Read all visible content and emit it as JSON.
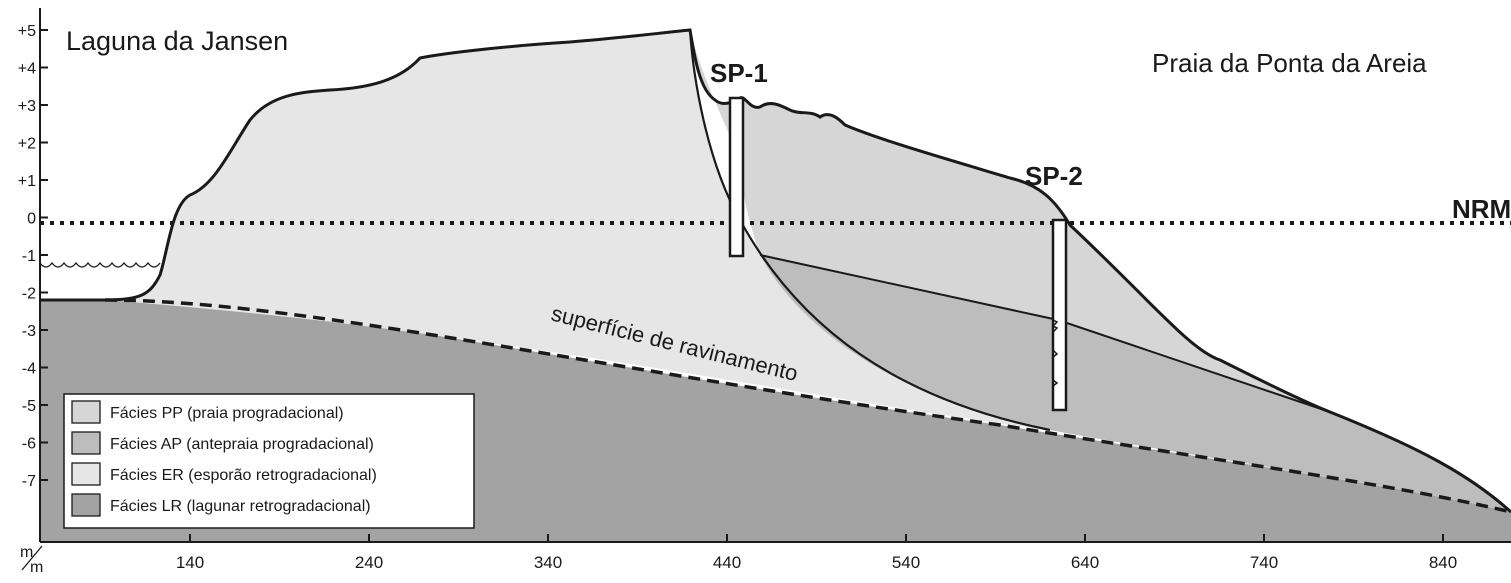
{
  "labels": {
    "lagoon": "Laguna da Jansen",
    "beach": "Praia da Ponta da Areia",
    "core1": "SP-1",
    "core2": "SP-2",
    "sea_level": "NRM",
    "surface": "superfície de ravinamento",
    "unit": "m",
    "unit_y": "m"
  },
  "y_axis_ticks": [
    "+5",
    "+4",
    "+3",
    "+2",
    "+1",
    "0",
    "-1",
    "-2",
    "-3",
    "-4",
    "-5",
    "-6",
    "-7"
  ],
  "x_axis_ticks": [
    "140",
    "240",
    "340",
    "440",
    "540",
    "640",
    "740",
    "840"
  ],
  "legend": [
    {
      "label": "Fácies PP (praia progradacional)",
      "color": "#d6d6d6"
    },
    {
      "label": "Fácies AP (antepraia progradacional)",
      "color": "#bdbdbd"
    },
    {
      "label": "Fácies ER (esporão retrogradacional)",
      "color": "#e6e6e6"
    },
    {
      "label": "Fácies LR (lagunar retrogradacional)",
      "color": "#a3a3a3"
    }
  ],
  "colors": {
    "pp": "#d6d6d6",
    "ap": "#bdbdbd",
    "er": "#e6e6e6",
    "lr": "#a3a3a3",
    "line": "#1a1a1a"
  }
}
